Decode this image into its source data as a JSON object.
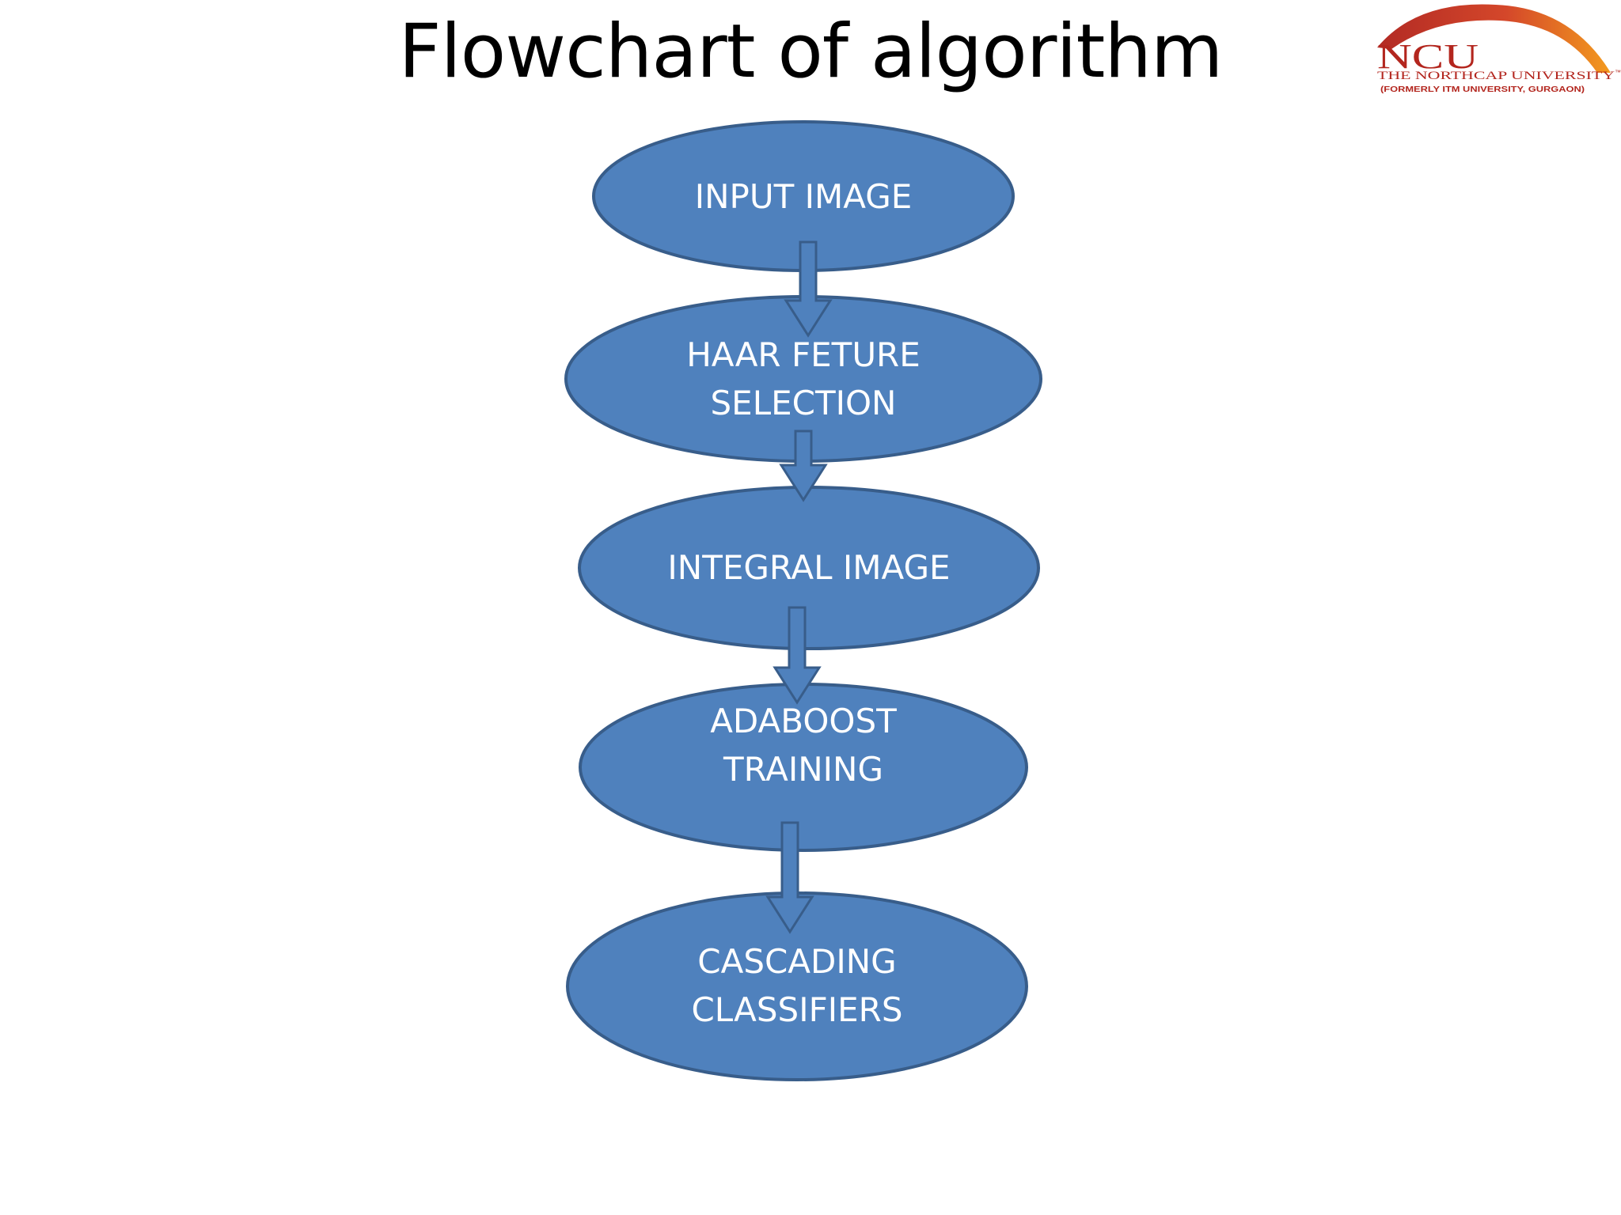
{
  "slide": {
    "title": "Flowchart of algorithm"
  },
  "logo": {
    "abbr": "NCU",
    "name": "THE NORTHCAP UNIVERSITY",
    "tm": "™",
    "sub": "(FORMERLY ITM UNIVERSITY, GURGAON)"
  },
  "flowchart": {
    "nodes": [
      {
        "id": "input-image",
        "lines": [
          "INPUT IMAGE"
        ]
      },
      {
        "id": "haar-feature-selection",
        "lines": [
          "HAAR FETURE",
          "SELECTION"
        ]
      },
      {
        "id": "integral-image",
        "lines": [
          "INTEGRAL IMAGE"
        ]
      },
      {
        "id": "adaboost-training",
        "lines": [
          "ADABOOST",
          "TRAINING"
        ]
      },
      {
        "id": "cascading-classifiers",
        "lines": [
          "CASCADING",
          "CLASSIFIERS"
        ]
      }
    ],
    "edges": [
      {
        "from": "input-image",
        "to": "haar-feature-selection"
      },
      {
        "from": "haar-feature-selection",
        "to": "integral-image"
      },
      {
        "from": "integral-image",
        "to": "adaboost-training"
      },
      {
        "from": "adaboost-training",
        "to": "cascading-classifiers"
      }
    ]
  },
  "colors": {
    "node_fill": "#4f81bd",
    "node_stroke": "#385d8a",
    "arrow_fill": "#4f81bd",
    "arrow_stroke": "#385d8a",
    "logo_arc_red": "#b22a24",
    "logo_arc_orange": "#f39a1e",
    "logo_text": "#b3261e"
  }
}
